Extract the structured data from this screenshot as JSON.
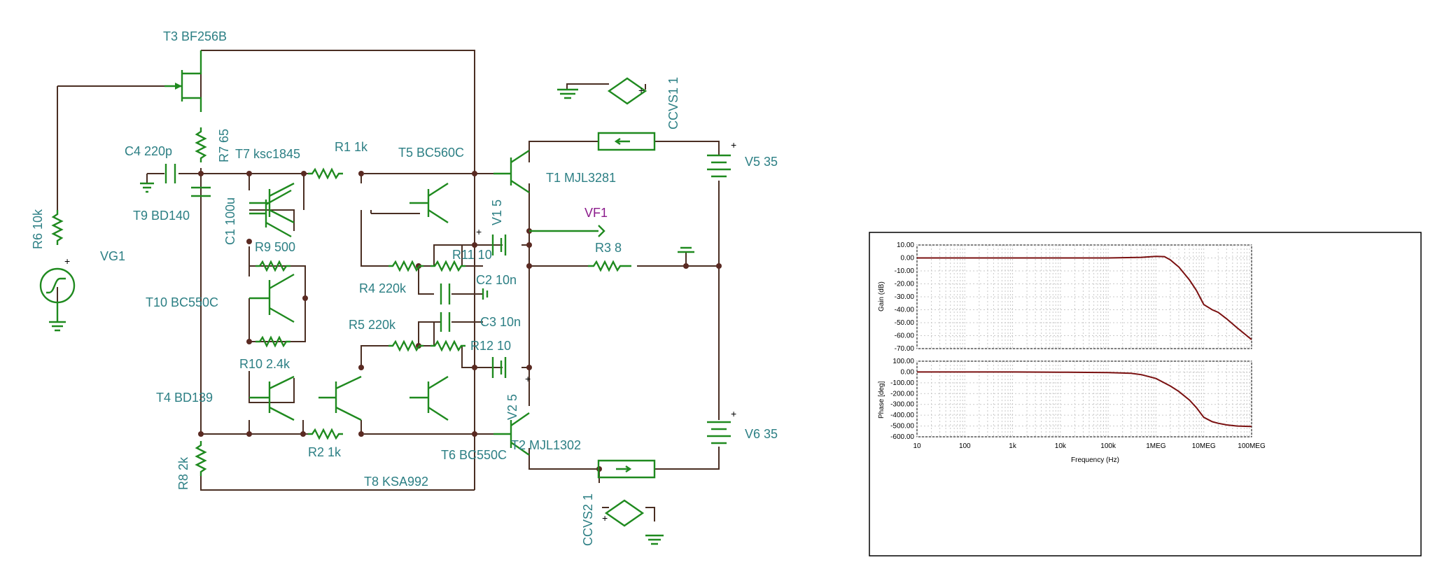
{
  "labels": {
    "t3": "T3 BF256B",
    "r7": "R7 65",
    "c4": "C4 220p",
    "t7": "T7 ksc1845",
    "r1": "R1 1k",
    "t5": "T5 BC560C",
    "t1": "T1 MJL3281",
    "ccvs1": "CCVS1 1",
    "v5": "V5 35",
    "t9": "T9 BD140",
    "c1": "C1 100u",
    "r6": "R6 10k",
    "vg1": "VG1",
    "r9": "R9 500",
    "v1": "V1 5",
    "vf1": "VF1",
    "r11": "R11 10",
    "r3": "R3 8",
    "r4": "R4 220k",
    "c2": "C2 10n",
    "t10": "T10 BC550C",
    "r5": "R5 220k",
    "c3": "C3 10n",
    "r12": "R12 10",
    "r10": "R10 2.4k",
    "v2": "V2 5",
    "t4": "T4 BD139",
    "r2": "R2 1k",
    "t6": "T6 BC550C",
    "t2": "T2 MJL1302",
    "v6": "V6 35",
    "r8": "R8 2k",
    "t8": "T8 KSA992",
    "ccvs2": "CCVS2 1",
    "plus": "+",
    "minus": "-"
  },
  "chart_data": [
    {
      "type": "line",
      "title": "",
      "xlabel": "Frequency (Hz)",
      "ylabel": "Gain (dB)",
      "xscale": "log",
      "xlim": [
        10,
        100000000
      ],
      "ylim": [
        -70,
        10
      ],
      "grid": true,
      "x_ticks": [
        "10",
        "100",
        "1k",
        "10k",
        "100k",
        "1MEG",
        "10MEG",
        "100MEG"
      ],
      "y_ticks": [
        "10.00",
        "0.00",
        "-10.00",
        "-20.00",
        "-30.00",
        "-40.00",
        "-50.00",
        "-60.00",
        "-70.00"
      ],
      "series": [
        {
          "x": [
            10,
            100,
            1000,
            10000,
            100000,
            500000,
            1000000,
            1500000,
            2000000,
            3000000,
            5000000,
            7000000,
            10000000,
            15000000,
            20000000,
            30000000,
            50000000,
            100000000
          ],
          "y": [
            0,
            0,
            0,
            0,
            0,
            0.5,
            1.2,
            1.0,
            -1.5,
            -7,
            -17,
            -25,
            -36,
            -40,
            -42,
            -47,
            -54,
            -63
          ]
        }
      ]
    },
    {
      "type": "line",
      "title": "",
      "xlabel": "Frequency (Hz)",
      "ylabel": "Phase [deg]",
      "xscale": "log",
      "xlim": [
        10,
        100000000
      ],
      "ylim": [
        -600,
        100
      ],
      "grid": true,
      "x_ticks": [
        "10",
        "100",
        "1k",
        "10k",
        "100k",
        "1MEG",
        "10MEG",
        "100MEG"
      ],
      "y_ticks": [
        "100.00",
        "0.00",
        "-100.00",
        "-200.00",
        "-300.00",
        "-400.00",
        "-500.00",
        "-600.00"
      ],
      "series": [
        {
          "x": [
            10,
            100,
            1000,
            10000,
            100000,
            300000,
            500000,
            1000000,
            2000000,
            3000000,
            5000000,
            7000000,
            10000000,
            15000000,
            20000000,
            30000000,
            50000000,
            100000000
          ],
          "y": [
            0,
            0,
            0,
            -2,
            -5,
            -12,
            -25,
            -60,
            -130,
            -180,
            -260,
            -330,
            -420,
            -460,
            -475,
            -490,
            -500,
            -505
          ]
        }
      ]
    }
  ]
}
